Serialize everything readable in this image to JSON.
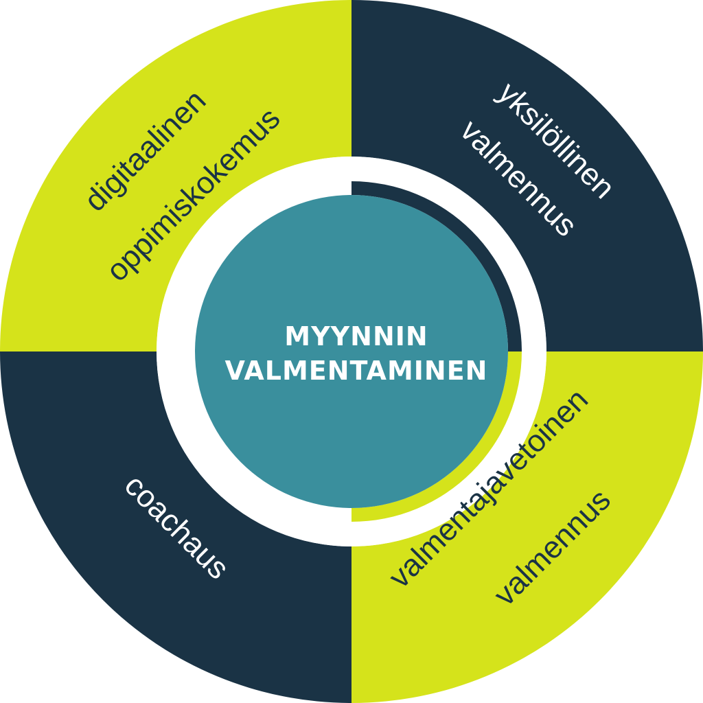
{
  "center": {
    "line1": "MYYNNIN",
    "line2": "VALMENTAMINEN",
    "fill": "#3a8f9d",
    "text_color": "#ffffff"
  },
  "segments": [
    {
      "id": "top-left",
      "lines": [
        "digitaalinen",
        "oppimiskokemus"
      ],
      "fill": "#d5e31b",
      "text_color": "#1a3345"
    },
    {
      "id": "top-right",
      "lines": [
        "yksilöllinen",
        "valmennus"
      ],
      "fill": "#1a3345",
      "text_color": "#ffffff"
    },
    {
      "id": "bottom-right",
      "lines": [
        "valmentajavetoinen",
        "valmennus"
      ],
      "fill": "#d5e31b",
      "text_color": "#1a3345"
    },
    {
      "id": "bottom-left",
      "lines": [
        "coachaus"
      ],
      "fill": "#1a3345",
      "text_color": "#ffffff"
    }
  ],
  "background": "#ffffff"
}
